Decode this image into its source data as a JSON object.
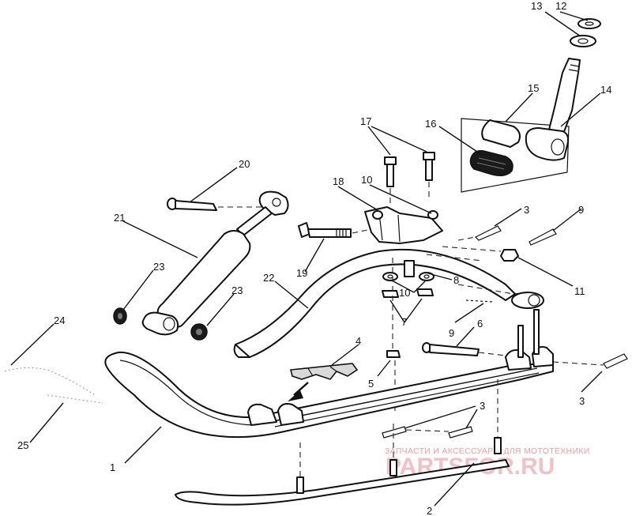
{
  "diagram": {
    "labels": [
      "1",
      "2",
      "3",
      "3",
      "3",
      "4",
      "5",
      "6",
      "7",
      "8",
      "9",
      "9",
      "10",
      "10",
      "11",
      "12",
      "13",
      "14",
      "15",
      "16",
      "17",
      "18",
      "19",
      "20",
      "21",
      "22",
      "23",
      "23",
      "24",
      "25"
    ]
  },
  "watermark": {
    "caption": "ЗАПЧАСТИ И АКСЕССУАРЫ ДЛЯ МОТОТЕХНИКИ",
    "logo": "PARTSFOR.RU"
  }
}
